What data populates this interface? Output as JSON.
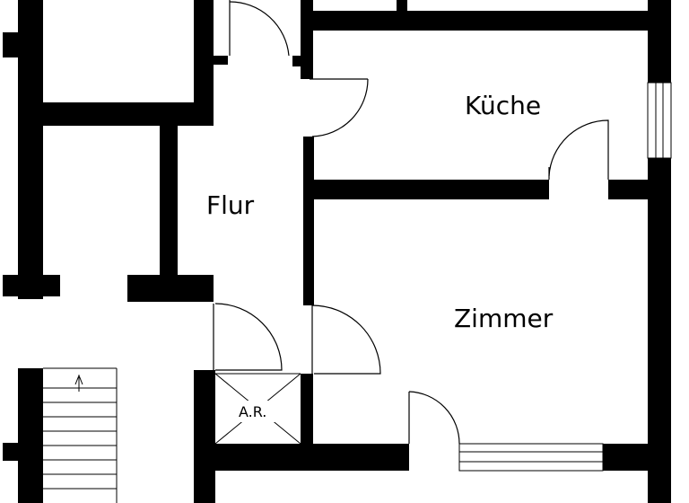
{
  "floorplan": {
    "rooms": {
      "kitchen": "Küche",
      "hallway": "Flur",
      "room": "Zimmer",
      "utility": "A.R."
    },
    "colors": {
      "wall": "#000000",
      "background": "#ffffff"
    }
  }
}
